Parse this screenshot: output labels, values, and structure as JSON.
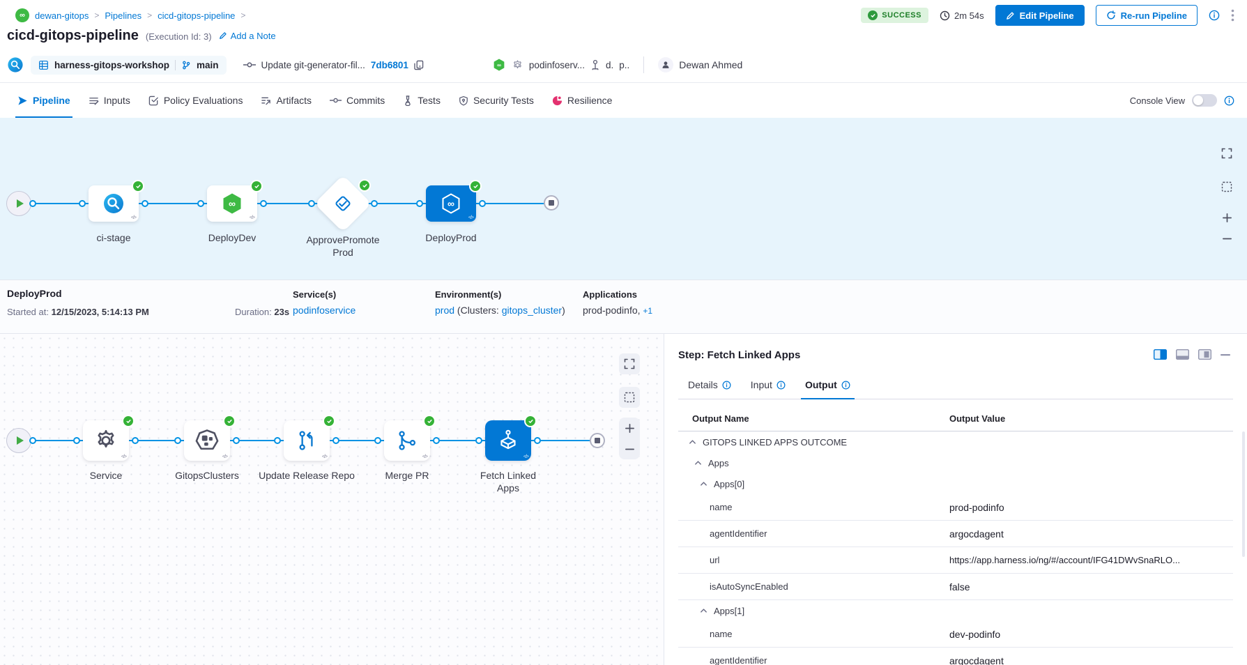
{
  "header": {
    "breadcrumb": {
      "items": [
        "dewan-gitops",
        "Pipelines",
        "cicd-gitops-pipeline"
      ],
      "separator": ">"
    },
    "status_badge": "SUCCESS",
    "elapsed": "2m 54s",
    "edit_pipeline_button": "Edit Pipeline",
    "rerun_pipeline_button": "Re-run Pipeline",
    "title": "cicd-gitops-pipeline",
    "execution_id": "(Execution Id: 3)",
    "add_note_link": "Add a Note",
    "repo_name": "harness-gitops-workshop",
    "branch_name": "main",
    "commit_message": "Update git-generator-fil...",
    "commit_sha": "7db6801",
    "service_truncated": "podinfoserv...",
    "env_truncated_1": "d.",
    "env_truncated_2": "p..",
    "triggered_by": "Dewan Ahmed"
  },
  "tabbar": {
    "tabs": [
      {
        "label": "Pipeline",
        "active": true
      },
      {
        "label": "Inputs"
      },
      {
        "label": "Policy Evaluations"
      },
      {
        "label": "Artifacts"
      },
      {
        "label": "Commits"
      },
      {
        "label": "Tests"
      },
      {
        "label": "Security Tests"
      },
      {
        "label": "Resilience"
      }
    ],
    "console_view_label": "Console View"
  },
  "stage_graph": {
    "stages": [
      {
        "name": "ci-stage"
      },
      {
        "name": "DeployDev"
      },
      {
        "name": "ApprovePromoteProd"
      },
      {
        "name": "DeployProd",
        "selected": true
      }
    ]
  },
  "stage_details": {
    "stage_name": "DeployProd",
    "started_label": "Started at:",
    "started_value": "12/15/2023, 5:14:13 PM",
    "duration_label": "Duration:",
    "duration_value": "23s",
    "services_label": "Service(s)",
    "service_name": "podinfoservice",
    "environments_label": "Environment(s)",
    "environment_name": "prod",
    "clusters_prefix": "(Clusters:",
    "cluster_name": "gitops_cluster",
    "clusters_suffix": ")",
    "applications_label": "Applications",
    "applications_value": "prod-podinfo,",
    "applications_more": "+1"
  },
  "step_graph": {
    "steps": [
      {
        "name": "Service"
      },
      {
        "name": "GitopsClusters"
      },
      {
        "name": "Update Release Repo"
      },
      {
        "name": "Merge PR"
      },
      {
        "name": "Fetch Linked Apps",
        "selected": true
      }
    ]
  },
  "step_panel": {
    "title": "Step: Fetch Linked Apps",
    "tabs": [
      {
        "label": "Details"
      },
      {
        "label": "Input"
      },
      {
        "label": "Output",
        "active": true
      }
    ],
    "table": {
      "columns": [
        "Output Name",
        "Output Value"
      ],
      "rows": [
        {
          "type": "group",
          "level": 0,
          "name": "GITOPS LINKED APPS OUTCOME"
        },
        {
          "type": "group",
          "level": 1,
          "name": "Apps"
        },
        {
          "type": "group",
          "level": 2,
          "name": "Apps[0]"
        },
        {
          "type": "kv",
          "name": "name",
          "value": "prod-podinfo"
        },
        {
          "type": "kv",
          "name": "agentIdentifier",
          "value": "argocdagent"
        },
        {
          "type": "kv",
          "name": "url",
          "value": "https://app.harness.io/ng/#/account/IFG41DWvSnaRLO...",
          "is_link": true
        },
        {
          "type": "kv",
          "name": "isAutoSyncEnabled",
          "value": "false"
        },
        {
          "type": "group",
          "level": 2,
          "name": "Apps[1]"
        },
        {
          "type": "kv",
          "name": "name",
          "value": "dev-podinfo"
        },
        {
          "type": "kv",
          "name": "agentIdentifier",
          "value": "argocdagent"
        }
      ]
    }
  },
  "icons": {
    "infinity": "∞",
    "code_glyph": "</>"
  },
  "colors": {
    "primary": "#0278d5",
    "edge_blue": "#0092e4",
    "success_green": "#35b237"
  }
}
